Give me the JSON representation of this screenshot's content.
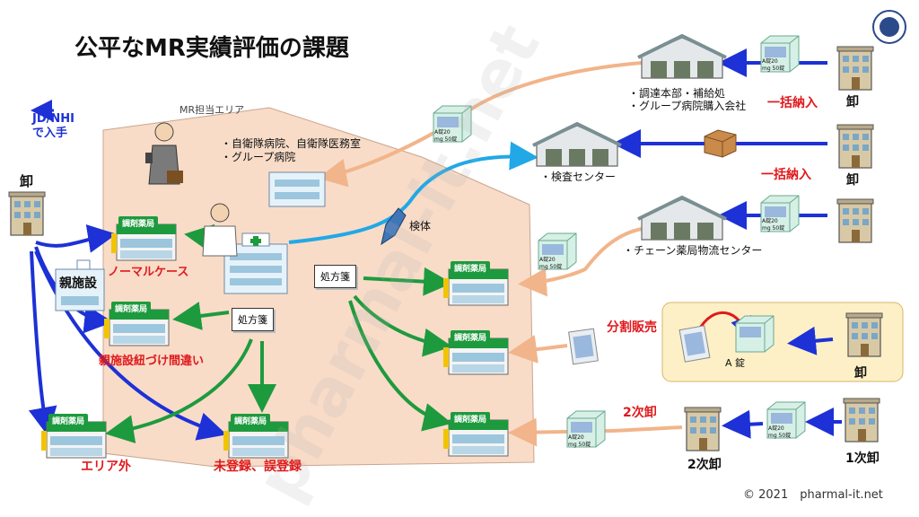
{
  "title": "公平なMR実績評価の課題",
  "area_label": "MR担当エリア",
  "jd_label_1": "JD/NHI",
  "jd_label_2": "で入手",
  "left_wholesaler": "卸",
  "parent_facility": "親施設",
  "hospital_list": [
    "・自衛隊病院、自衛隊医務室",
    "・グループ病院"
  ],
  "inspection_center": "・検査センター",
  "specimen": "検体",
  "procurement_list": [
    "・調達本部・補給処",
    "・グループ病院購入会社"
  ],
  "chain_center": "・チェーン薬局物流センター",
  "prescription": "処方箋",
  "pharmacy_sign": "調剤薬局",
  "case_labels": {
    "normal": "ノーマルケース",
    "mislink": "親施設紐づけ間違い",
    "outside": "エリア外",
    "unregistered": "未登録、誤登録"
  },
  "right_labels": {
    "bulk1": "一括納入",
    "bulk2": "一括納入",
    "split": "分割販売",
    "secondary": "2次卸",
    "wholesaler": "卸",
    "secondary_wholesaler": "2次卸",
    "primary_wholesaler": "1次卸",
    "a_tablet": "A 錠"
  },
  "box_label": "A錠20 mg 50錠",
  "watermark": "pharmal-it.net",
  "footer": "© 2021　pharmal-it.net",
  "colors": {
    "area_fill": "#f8dcc8",
    "blue_arrow": "#1d31d6",
    "green_arrow": "#1e9a3e",
    "orange_arrow": "#f2b48a",
    "cyan_arrow": "#22a8e6",
    "red_text": "#e0191c"
  }
}
